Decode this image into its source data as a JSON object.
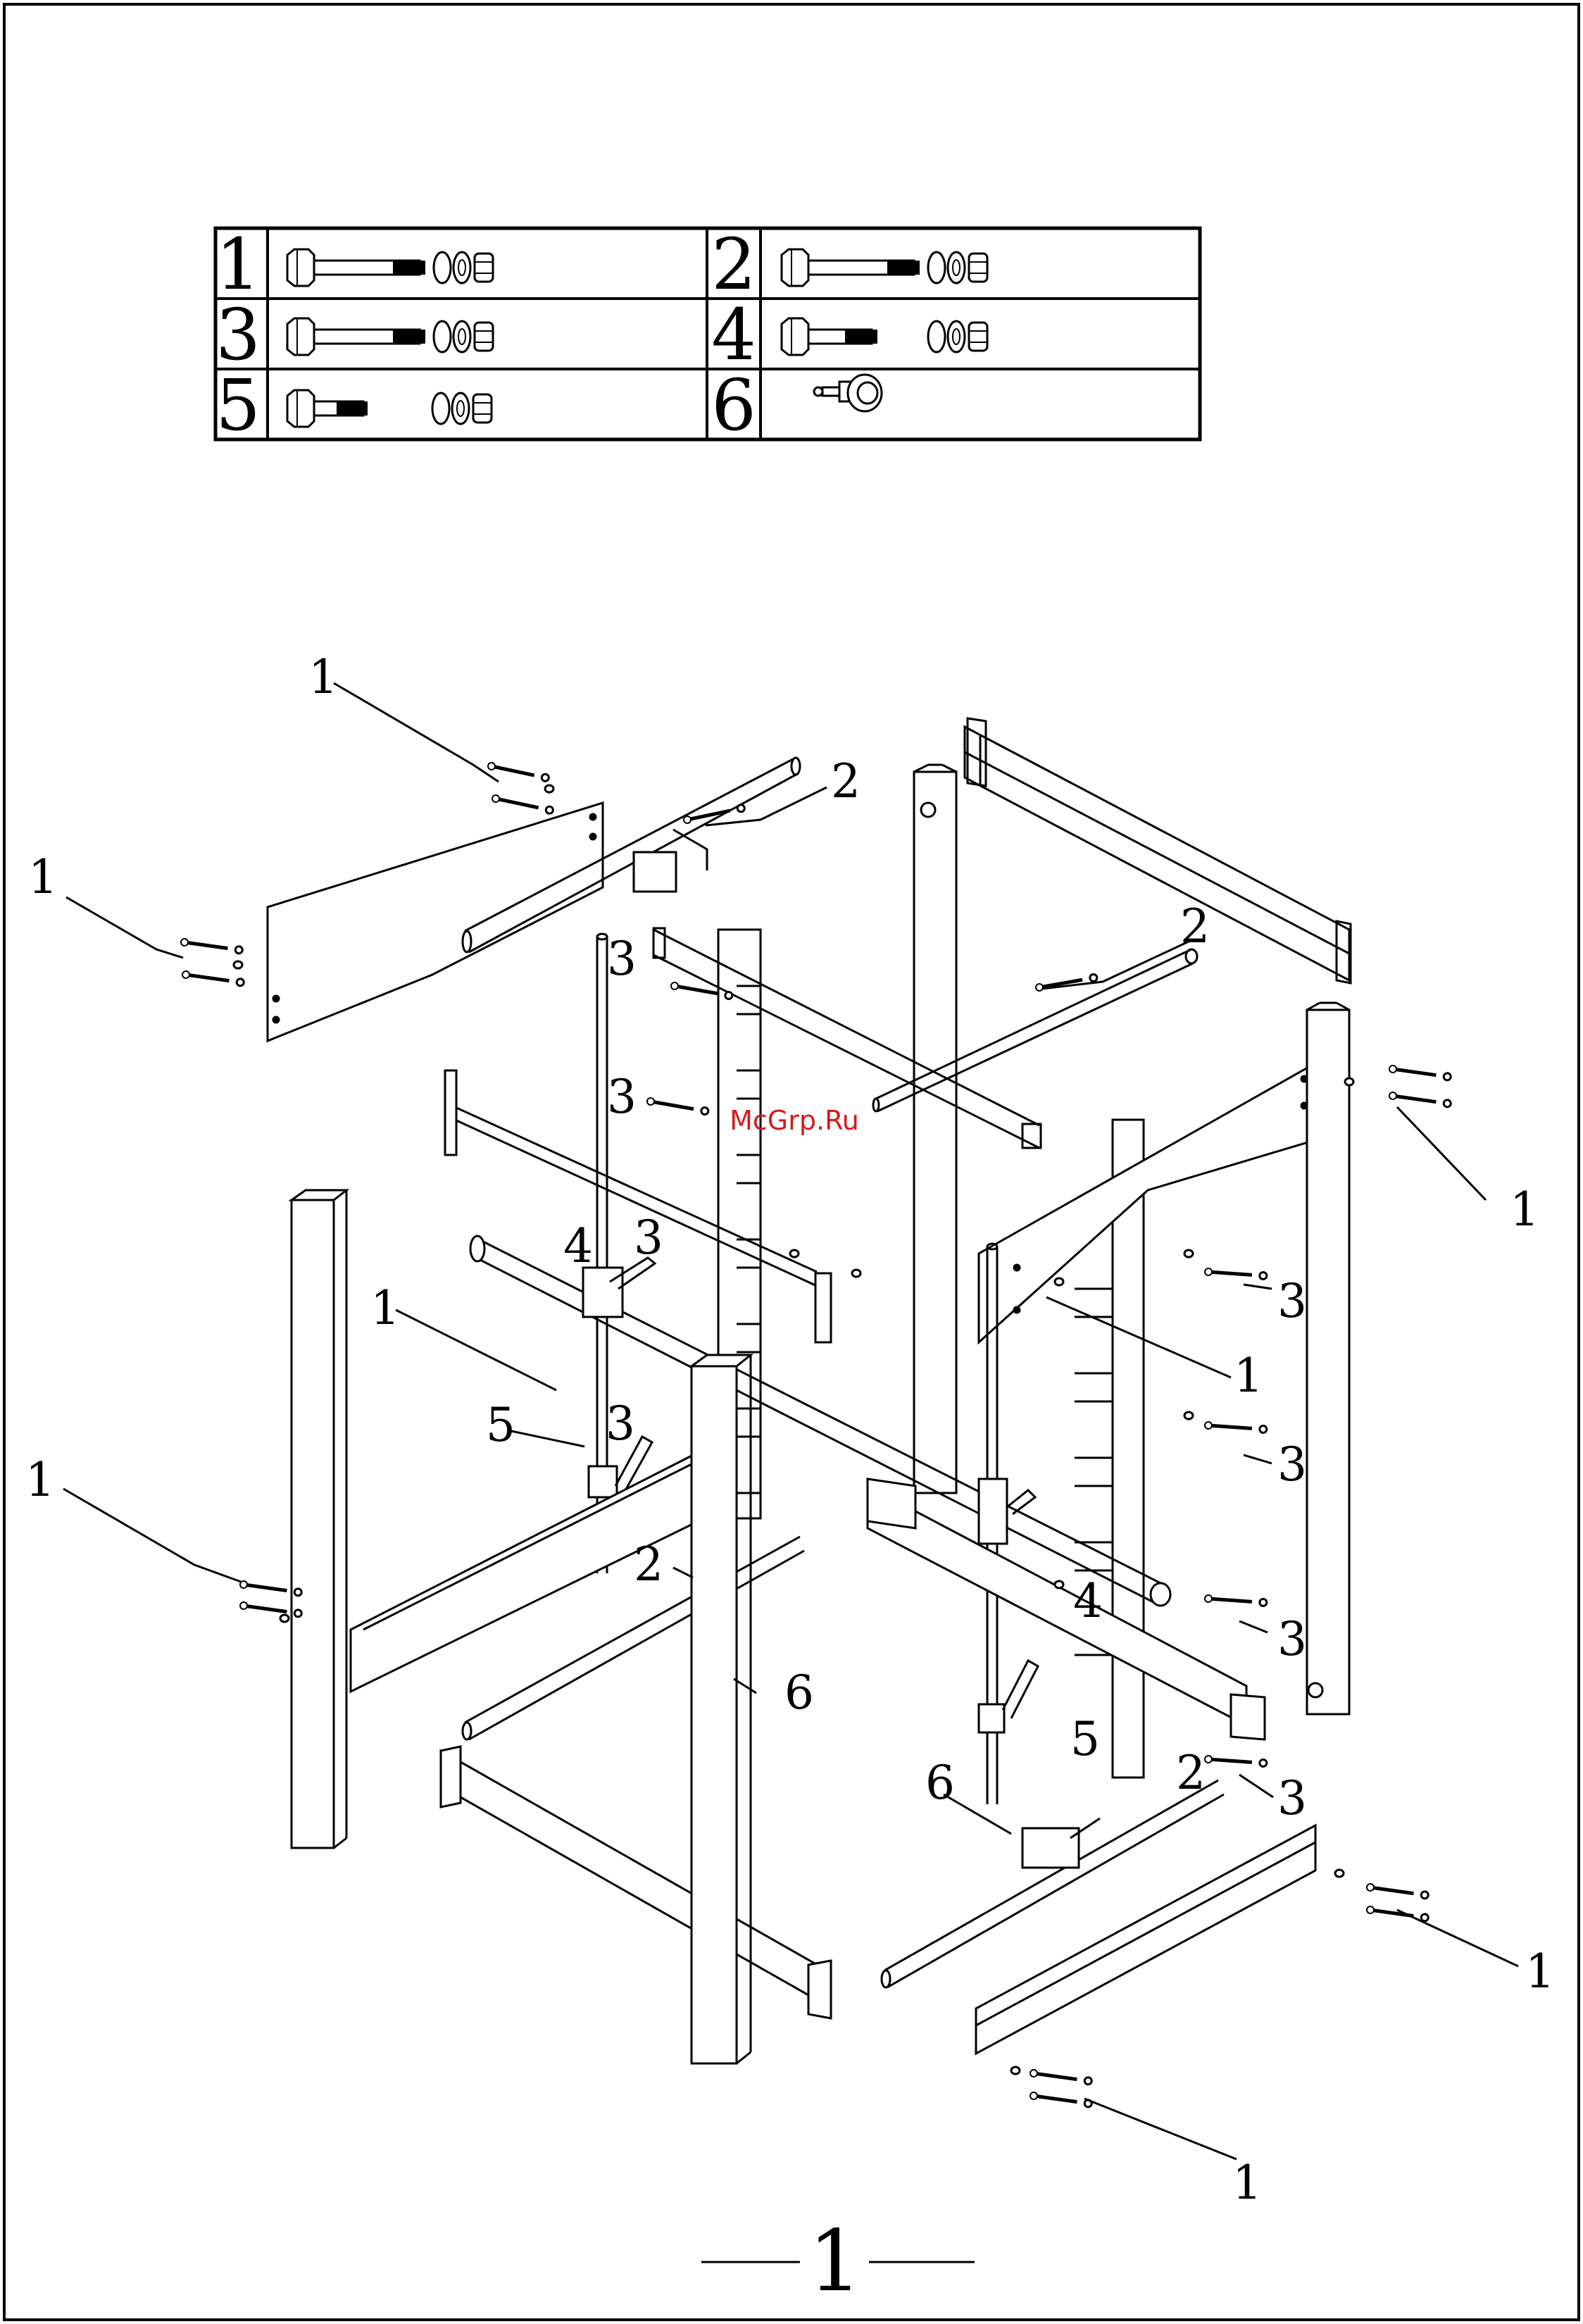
{
  "hardware_table": {
    "rows": [
      [
        {
          "number": "1",
          "icon": "long-bolt-two-washers-nut-icon"
        },
        {
          "number": "2",
          "icon": "long-bolt-two-washers-nut-icon"
        }
      ],
      [
        {
          "number": "3",
          "icon": "long-bolt-two-washers-nut-icon"
        },
        {
          "number": "4",
          "icon": "medium-bolt-two-washers-nut-icon"
        }
      ],
      [
        {
          "number": "5",
          "icon": "short-bolt-two-washers-nut-icon"
        },
        {
          "number": "6",
          "icon": "pull-pin-knob-icon"
        }
      ]
    ]
  },
  "callouts": [
    {
      "label": "1"
    },
    {
      "label": "1"
    },
    {
      "label": "2"
    },
    {
      "label": "2"
    },
    {
      "label": "3"
    },
    {
      "label": "3"
    },
    {
      "label": "1"
    },
    {
      "label": "4"
    },
    {
      "label": "3"
    },
    {
      "label": "1"
    },
    {
      "label": "1"
    },
    {
      "label": "3"
    },
    {
      "label": "5"
    },
    {
      "label": "3"
    },
    {
      "label": "3"
    },
    {
      "label": "1"
    },
    {
      "label": "2"
    },
    {
      "label": "4"
    },
    {
      "label": "3"
    },
    {
      "label": "6"
    },
    {
      "label": "5"
    },
    {
      "label": "2"
    },
    {
      "label": "6"
    },
    {
      "label": "3"
    },
    {
      "label": "1"
    },
    {
      "label": "1"
    }
  ],
  "watermark": "McGrp.Ru",
  "page_number": "1",
  "colors": {
    "line": "#000000",
    "paper": "#ffffff",
    "watermark": "#d61b1b"
  }
}
